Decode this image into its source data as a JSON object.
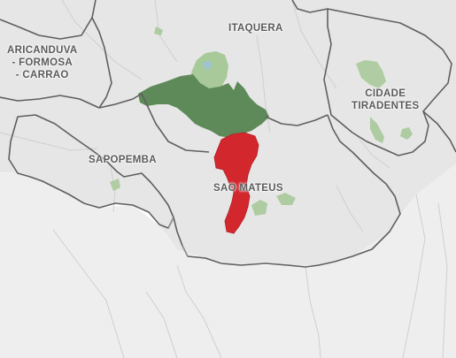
{
  "map": {
    "colors": {
      "land": "#e6e6e6",
      "outside": "#ffffff",
      "border": "#5f5f5f",
      "road": "#c9c9c9",
      "park_light": "#a8c99a",
      "park_dark": "#5e8a5a",
      "water": "#9fc3cf",
      "highlight": "#d3272e"
    },
    "districts": [
      {
        "id": "itaquera",
        "lines": [
          "ITAQUERA"
        ]
      },
      {
        "id": "aricanduva",
        "lines": [
          "ARICANDUVA",
          "- FORMOSA",
          "- CARRAO"
        ]
      },
      {
        "id": "cidade-tiradentes",
        "lines": [
          "CIDADE",
          "TIRADENTES"
        ]
      },
      {
        "id": "sapopemba",
        "lines": [
          "SAPOPEMBA"
        ]
      },
      {
        "id": "sao-mateus",
        "lines": [
          "SAO MATEUS"
        ]
      }
    ]
  }
}
